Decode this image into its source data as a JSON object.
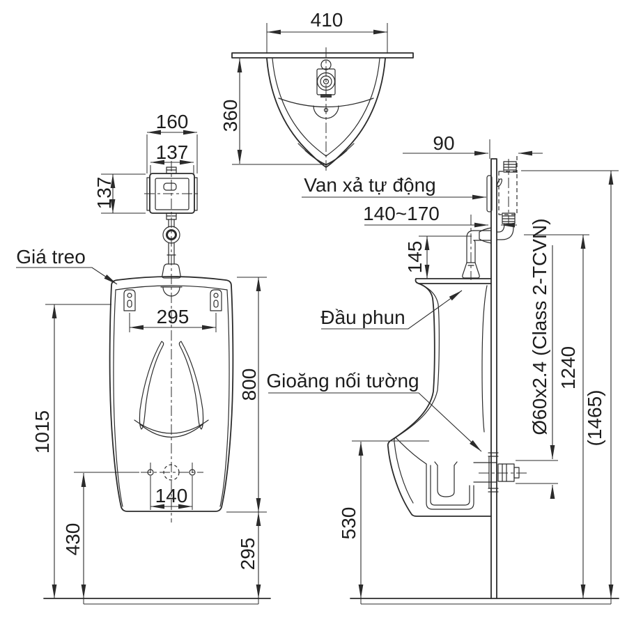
{
  "page": {
    "background": "#ffffff",
    "line_color": "#2b2b2b",
    "drawing_type": "urinal installation technical drawing"
  },
  "labels": {
    "flush_valve": "Van xả tự động",
    "hanger": "Giá treo",
    "spray_head": "Đầu phun",
    "wall_gasket": "Gioăng nối tường"
  },
  "dims": {
    "top_width": "410",
    "top_depth": "360",
    "valve_outer_width": "160",
    "valve_inner_width": "137",
    "valve_height": "137",
    "hanger_span": "295",
    "body_height": "800",
    "hanger_height": "1015",
    "drain_height": "430",
    "drain_hole_span": "140",
    "body_bottom_height": "295",
    "valve_depth": "90",
    "supply_offset": "140~170",
    "spud_drop": "145",
    "side_bottom_height": "530",
    "supply_height": "1240",
    "overall_height": "(1465)",
    "outlet_pipe_spec": "Ø60x2.4 (Class 2-TCVN)"
  }
}
